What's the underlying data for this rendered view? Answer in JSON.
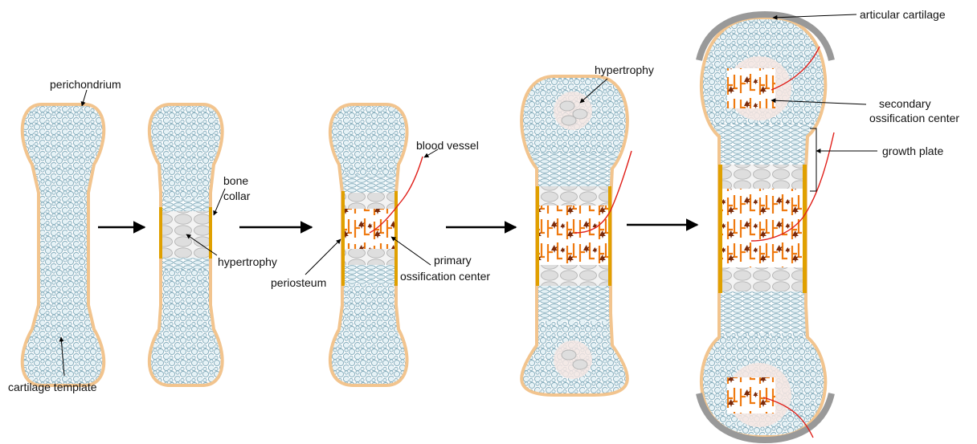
{
  "labels": {
    "perichondrium": "perichondrium",
    "cartilage_template": "cartilage template",
    "bone_collar_1": "bone",
    "bone_collar_2": "collar",
    "hypertrophy_stage2": "hypertrophy",
    "blood_vessel": "blood vessel",
    "periosteum": "periosteum",
    "primary_center_1": "primary",
    "primary_center_2": "ossification center",
    "hypertrophy_stage4": "hypertrophy",
    "articular_cartilage": "articular cartilage",
    "secondary_center_1": "secondary",
    "secondary_center_2": "ossification center",
    "growth_plate": "growth plate"
  },
  "colors": {
    "perichondrium": "#f2c48e",
    "cartilage_cell": "#e8f3f7",
    "cell_outline": "#7fa8b8",
    "hypertrophic_cell": "#dcdcdc",
    "bone_collar": "#e0a000",
    "trabecular_bone": "#ef7a10",
    "osteoclast": "#7a2a0a",
    "blood_vessel": "#e0201a",
    "articular_cartilage": "#999999",
    "arrow": "#000000"
  },
  "stages": [
    "cartilage-template",
    "bone-collar",
    "primary-ossification",
    "hypertrophy-epiphysis",
    "secondary-ossification"
  ]
}
